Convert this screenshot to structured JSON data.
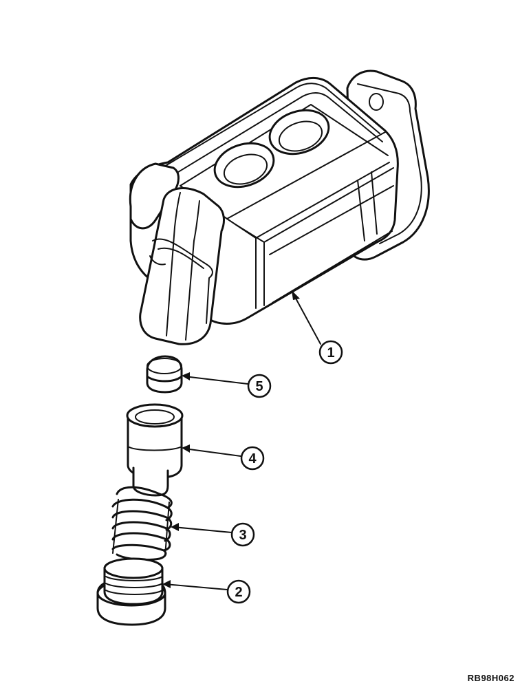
{
  "diagram": {
    "reference_code": "RB98H062",
    "callouts": [
      {
        "id": "c1",
        "label": "1"
      },
      {
        "id": "c5",
        "label": "5"
      },
      {
        "id": "c4",
        "label": "4"
      },
      {
        "id": "c3",
        "label": "3"
      },
      {
        "id": "c2",
        "label": "2"
      }
    ]
  }
}
